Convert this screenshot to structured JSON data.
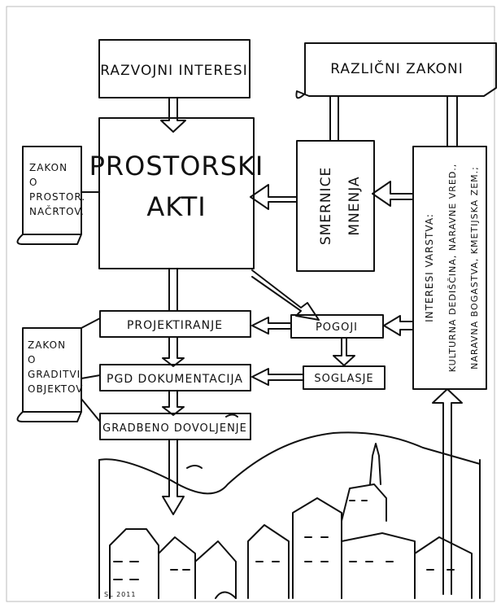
{
  "boxes": {
    "razvojni": "RAZVOJNI INTERESI",
    "zakoni": "RAZLIČNI ZAKONI",
    "prostorski_1": "PROSTORSKI",
    "prostorski_2": "AKTI",
    "zakon_prostor_1": "ZAKON",
    "zakon_prostor_2": "O",
    "zakon_prostor_3": "PROSTOR.",
    "zakon_prostor_4": "NAČRTOV.",
    "smernice": "SMERNICE",
    "mnenja": "MNENJA",
    "interesi_1": "INTERESI VARSTVA:",
    "interesi_2": "KULTURNA DEDIŠČINA, NARAVNE VRED.,",
    "interesi_3": "NARAVNA BOGASTVA, KMETIJSKA ZEM.;",
    "projektiranje": "PROJEKTIRANJE",
    "pogoji": "POGOJI",
    "zakon_graditvi_1": "ZAKON",
    "zakon_graditvi_2": "O",
    "zakon_graditvi_3": "GRADITVI",
    "zakon_graditvi_4": "OBJEKTOV",
    "pgd": "PGD DOKUMENTACIJA",
    "soglasje": "SOGLASJE",
    "gradbeno": "GRADBENO DOVOLJENJE"
  },
  "signature": "SL 2011"
}
